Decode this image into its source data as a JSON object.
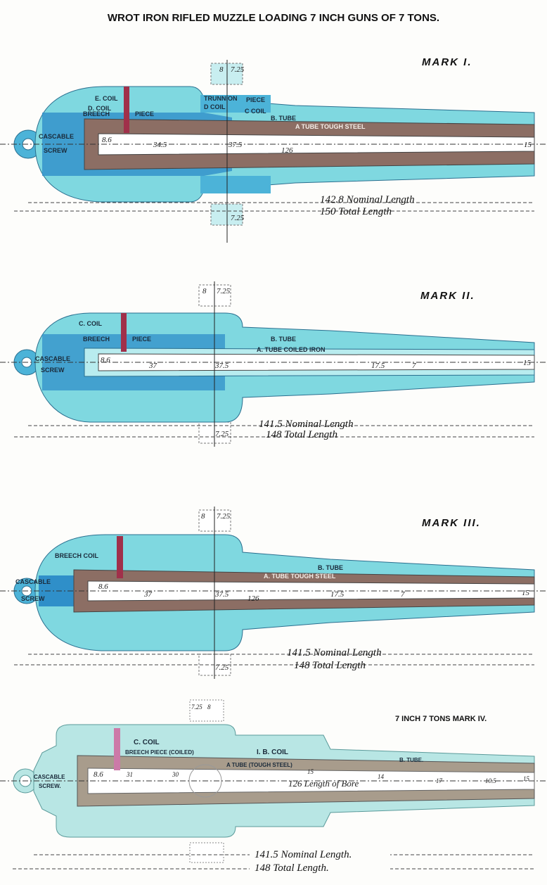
{
  "title": "WROT IRON RIFLED MUZZLE LOADING 7 INCH GUNS OF 7 TONS.",
  "guns": [
    {
      "mark": "MARK I.",
      "labels": {
        "c1": "E. COIL",
        "c2": "D. COIL",
        "bp": "BREECH",
        "bp2": "PIECE",
        "cas": "CASCABLE",
        "scr": "SCREW",
        "tr": "TRUNNION",
        "pc": "PIECE",
        "dc": "D COIL",
        "cc": "C COIL",
        "bt": "B. TUBE",
        "at": "A TUBE TOUGH STEEL"
      },
      "dims": {
        "chamber": "8.6",
        "d1": "34.5",
        "d2": "37.5",
        "bore": "126",
        "muzzle": "15",
        "trun_top": "8",
        "trun_w": "7.25",
        "trun_bot": "7.25",
        "nominal": "142.8 Nominal Length",
        "total": "150 Total Length"
      }
    },
    {
      "mark": "MARK II.",
      "labels": {
        "c1": "C. COIL",
        "bp": "BREECH",
        "bp2": "PIECE",
        "cas": "CASCABLE",
        "scr": "SCREW",
        "bt": "B. TUBE",
        "at": "A. TUBE COILED IRON"
      },
      "dims": {
        "chamber": "8.6",
        "d1": "37",
        "d2": "37.5",
        "d3": "17.5",
        "d4": "7",
        "muzzle": "15",
        "trun_top": "8",
        "trun_w": "7.25",
        "trun_bot": "7.25",
        "nominal": "141.5 Nominal Length",
        "total": "148 Total Length"
      }
    },
    {
      "mark": "MARK III.",
      "labels": {
        "c1": "BREECH COIL",
        "cas": "CASCABLE",
        "scr": "SCREW",
        "bt": "B. TUBE",
        "at": "A. TUBE TOUGH STEEL"
      },
      "dims": {
        "chamber": "8.6",
        "d1": "37",
        "d2": "37.5",
        "bore": "126",
        "d3": "17.5",
        "d4": "7",
        "muzzle": "15",
        "trun_top": "8",
        "trun_w": "7.25",
        "trun_bot": "7.25",
        "nominal": "141.5 Nominal Length",
        "total": "148 Total Length"
      }
    },
    {
      "mark": "7 INCH 7 TONS MARK IV.",
      "labels": {
        "c1": "C. COIL",
        "bp": "BREECH PIECE (COILED)",
        "ib": "I. B. COIL",
        "bt": "B. TUBE.",
        "at": "A TUBE (TOUGH STEEL)",
        "cas": "CASCABLE",
        "scr": "SCREW."
      },
      "dims": {
        "chamber": "8.6",
        "d1": "31",
        "d2": "30",
        "bore": "126 Length of Bore",
        "d3": "15",
        "d4": "14",
        "d5": "17",
        "d6": "10.5",
        "muzzle": "15",
        "trun_w": "7.25",
        "trun_top": "8",
        "nominal": "141.5 Nominal Length.",
        "total": "148  Total Length."
      }
    }
  ],
  "colors": {
    "light": "#7fd8e0",
    "mid": "#4cb3d8",
    "dark": "#2f8fc9",
    "tube": "#8c6e64",
    "vent": "#a0304a",
    "pale": "#b8e6e4",
    "paletube": "#a89c8c"
  }
}
